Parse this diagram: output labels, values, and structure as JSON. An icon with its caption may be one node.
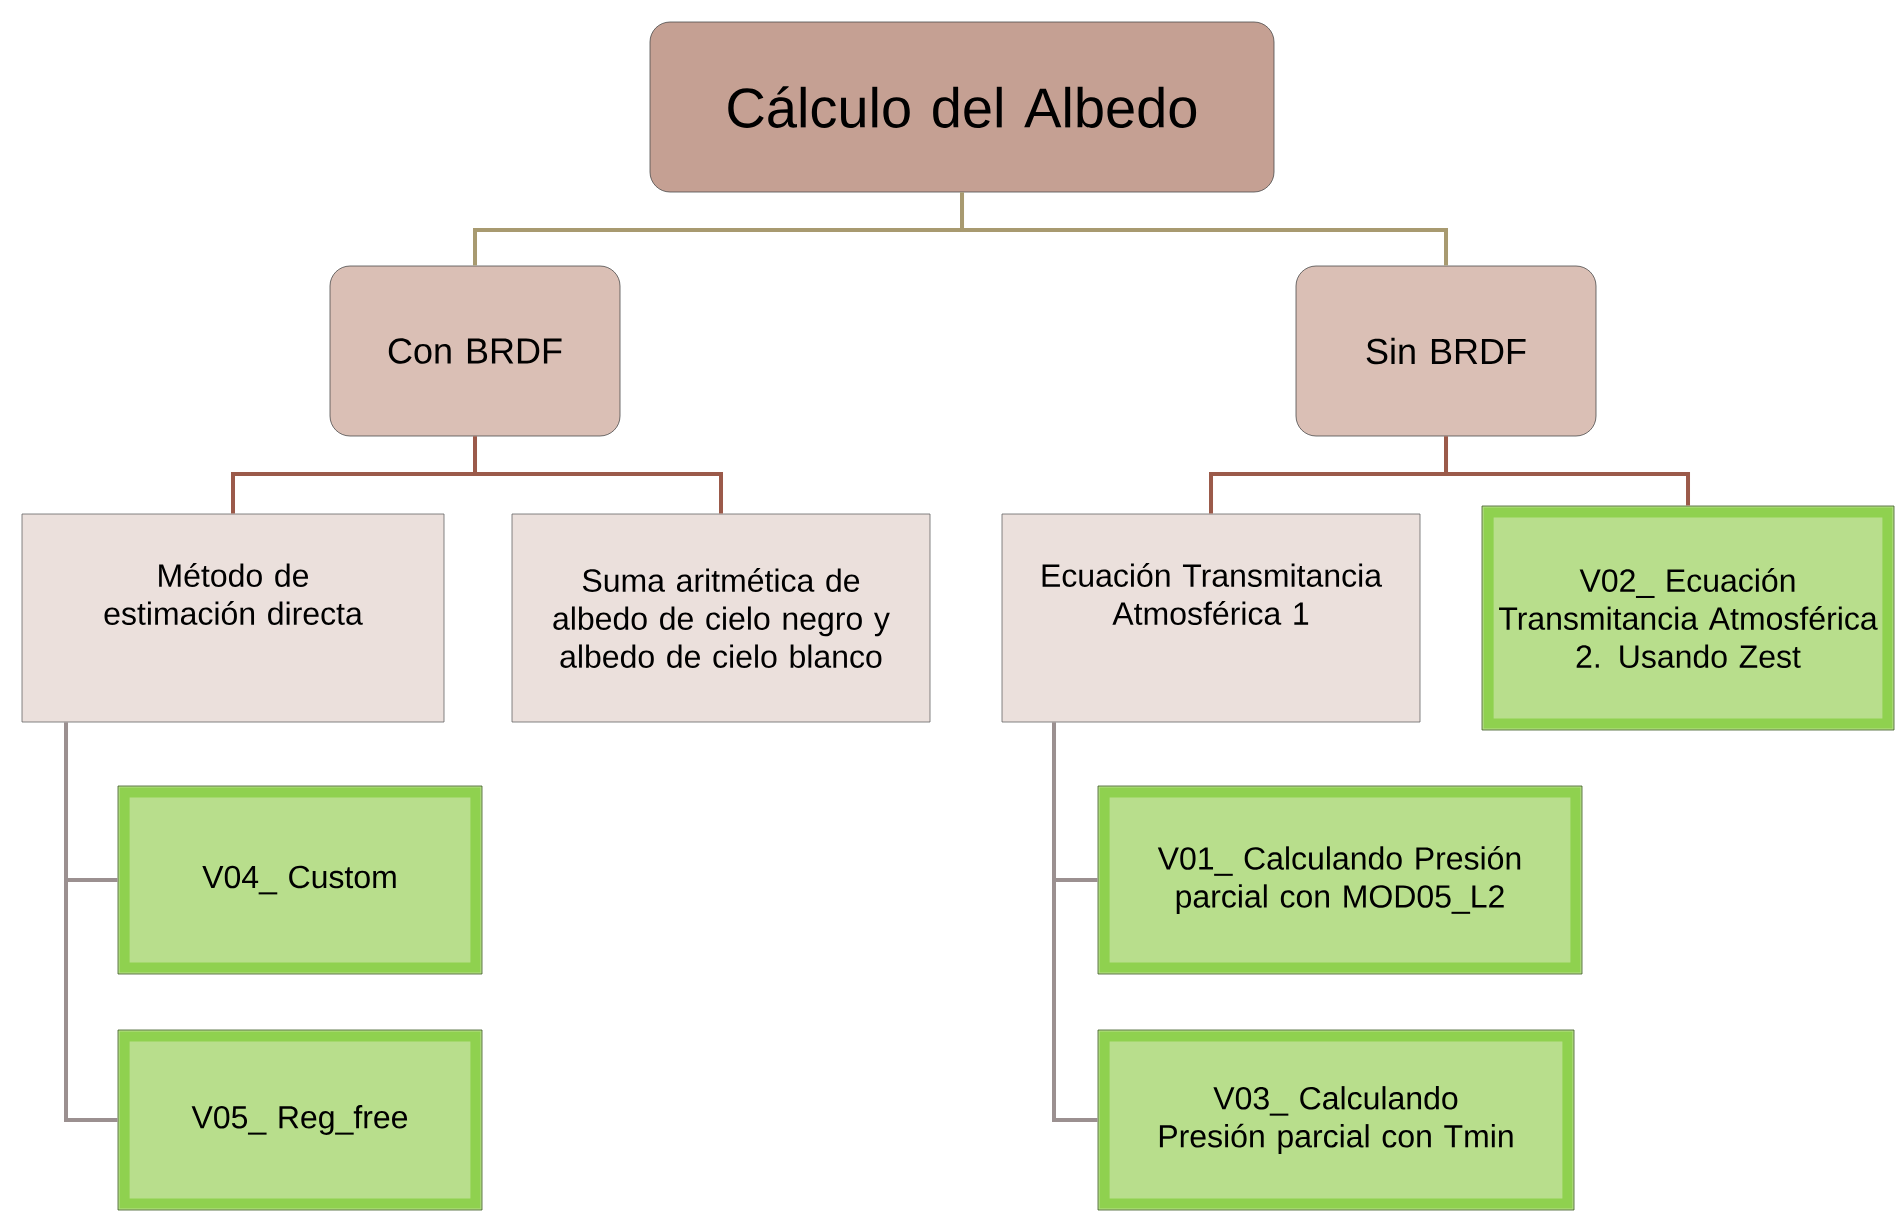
{
  "diagram": {
    "nodes": [
      {
        "text": [
          "Cálculo del Albedo"
        ]
      },
      {
        "text": [
          "Con BRDF"
        ]
      },
      {
        "text": [
          "Sin BRDF"
        ]
      },
      {
        "text": [
          "Método de estimación directa"
        ]
      },
      {
        "text": [
          "Suma aritmética de albedo de cielo negro y albedo de cielo blanco"
        ]
      },
      {
        "text": [
          "Ecuación Transmitancia Atmosférica 1"
        ]
      },
      {
        "text": [
          "V02_ Ecuación Transmitancia Atmosférica 2. Usando Zest"
        ]
      },
      {
        "text": [
          "V04_ Custom"
        ]
      },
      {
        "text": [
          "V05_ Reg_free"
        ]
      },
      {
        "text": [
          "V01_ Calculando Presión parcial con MOD05_L2"
        ]
      },
      {
        "text": [
          "V03_ Calculando Presión parcial con Tmin"
        ]
      }
    ],
    "edges": [
      {
        "from": 0,
        "to": 1,
        "arrow": "none",
        "color": "#a89a70"
      },
      {
        "from": 0,
        "to": 2,
        "arrow": "none",
        "color": "#a89a70"
      },
      {
        "from": 1,
        "to": 3,
        "arrow": "none",
        "color": "#9b5a4a"
      },
      {
        "from": 1,
        "to": 4,
        "arrow": "none",
        "color": "#9b5a4a"
      },
      {
        "from": 2,
        "to": 5,
        "arrow": "none",
        "color": "#9b5a4a"
      },
      {
        "from": 2,
        "to": 6,
        "arrow": "none",
        "color": "#9b5a4a"
      },
      {
        "from": 3,
        "to": 7,
        "arrow": "none",
        "color": "#9b9090"
      },
      {
        "from": 3,
        "to": 8,
        "arrow": "none",
        "color": "#9b9090"
      },
      {
        "from": 5,
        "to": 9,
        "arrow": "none",
        "color": "#9b9090"
      },
      {
        "from": 5,
        "to": 10,
        "arrow": "none",
        "color": "#9b9090"
      }
    ]
  }
}
